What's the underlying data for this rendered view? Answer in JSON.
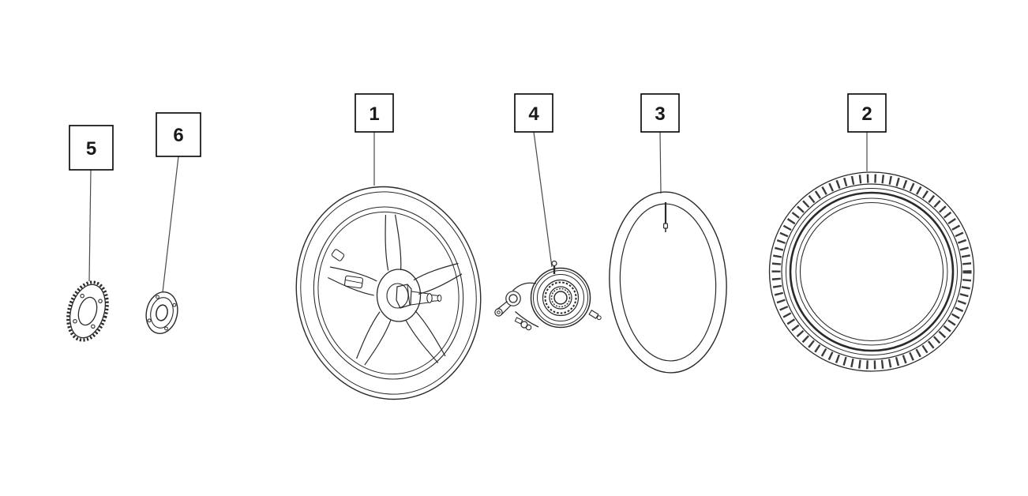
{
  "diagram": {
    "background_color": "#ffffff",
    "line_color": "#2a2a2a",
    "callouts": [
      {
        "id": "wheel-rim",
        "label": "1"
      },
      {
        "id": "tire",
        "label": "2"
      },
      {
        "id": "inner-tube",
        "label": "3"
      },
      {
        "id": "brake-drum-assembly",
        "label": "4"
      },
      {
        "id": "sprocket",
        "label": "5"
      },
      {
        "id": "hub-plate",
        "label": "6"
      }
    ]
  }
}
